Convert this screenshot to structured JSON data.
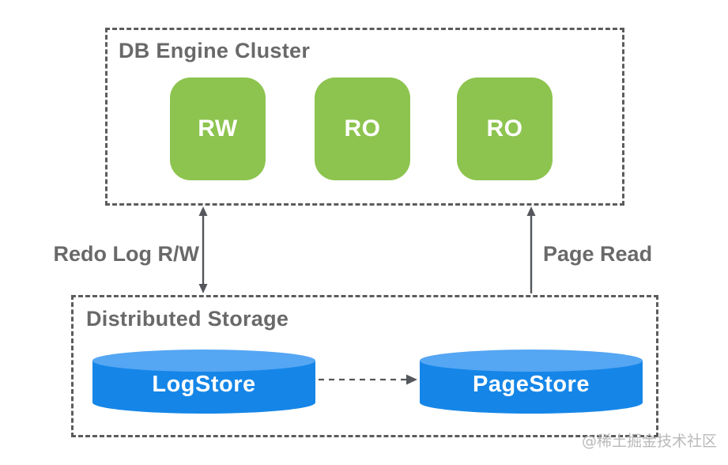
{
  "engine_cluster": {
    "title": "DB Engine Cluster",
    "nodes": [
      {
        "label": "RW"
      },
      {
        "label": "RO"
      },
      {
        "label": "RO"
      }
    ]
  },
  "storage": {
    "title": "Distributed Storage",
    "stores": [
      {
        "label": "LogStore"
      },
      {
        "label": "PageStore"
      }
    ]
  },
  "connections": {
    "redo_log": {
      "label": "Redo Log R/W",
      "direction": "bidirectional"
    },
    "page_read": {
      "label": "Page Read",
      "direction": "storage-to-engine"
    },
    "log_to_page": {
      "from": "LogStore",
      "to": "PageStore",
      "style": "dashed"
    }
  },
  "watermark": {
    "label": "@稀土掘金技术社区"
  },
  "colors": {
    "node_green": "#8DC44F",
    "cylinder_blue": "#1586E8",
    "cylinder_top_blue": "#55A6F3",
    "border_gray": "#5c5c5c",
    "text_gray": "#696969",
    "arrow_gray": "#54575b",
    "watermark_gray": "#b9b9b9"
  }
}
